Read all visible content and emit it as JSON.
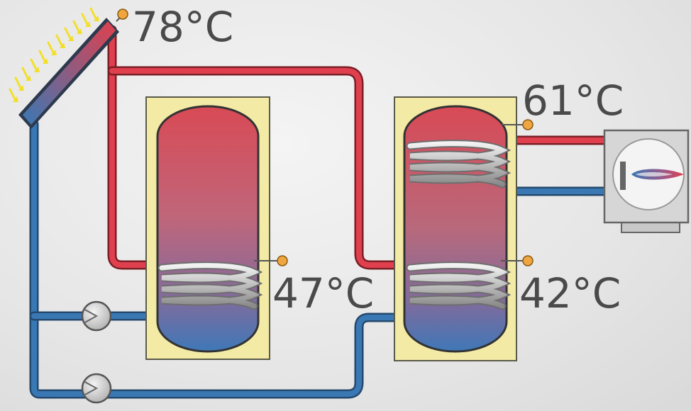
{
  "sensors": {
    "collector": {
      "temperature": "78°C"
    },
    "tank1": {
      "temperature": "47°C"
    },
    "tank2_top": {
      "temperature": "61°C"
    },
    "tank2_bottom": {
      "temperature": "42°C"
    }
  },
  "colors": {
    "hot_pipe": "#e0404e",
    "cold_pipe": "#3a78b4",
    "tank_insulation": "#f3eaa6",
    "sensor": "#f0a640",
    "sun_rays": "#f3df2a",
    "label_text": "#4a4a4a"
  },
  "icons": [
    "sun-rays-icon",
    "solar-collector-icon",
    "pump-icon",
    "boiler-icon",
    "flame-icon",
    "temperature-sensor-icon",
    "heat-exchanger-coil-icon"
  ]
}
